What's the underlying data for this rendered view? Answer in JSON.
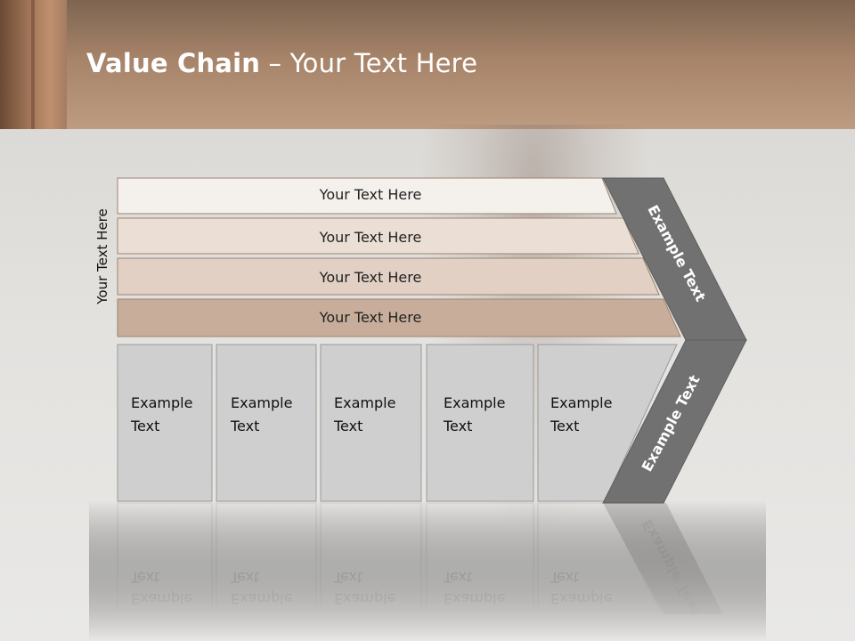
{
  "title": {
    "bold": "Value Chain",
    "rest": " – Your Text Here"
  },
  "side_label": "Your Text Here",
  "bars": [
    {
      "label": "Your Text Here"
    },
    {
      "label": "Your Text Here"
    },
    {
      "label": "Your Text Here"
    },
    {
      "label": "Your Text Here"
    }
  ],
  "boxes": [
    {
      "line1": "Example",
      "line2": "Text"
    },
    {
      "line1": "Example",
      "line2": "Text"
    },
    {
      "line1": "Example",
      "line2": "Text"
    },
    {
      "line1": "Example",
      "line2": "Text"
    },
    {
      "line1": "Example",
      "line2": "Text"
    }
  ],
  "chevron": {
    "upper": "Example Text",
    "lower": "Example Text"
  },
  "colors": {
    "bar_fills": [
      "#f4f0ec",
      "#ebdfd5",
      "#e1d0c3",
      "#c8ae9a"
    ],
    "bar_stroke": "#9b8473",
    "box_fill": "#cfcfcf",
    "box_stroke": "#9a9a9a",
    "chevron_fill": "#717171"
  }
}
